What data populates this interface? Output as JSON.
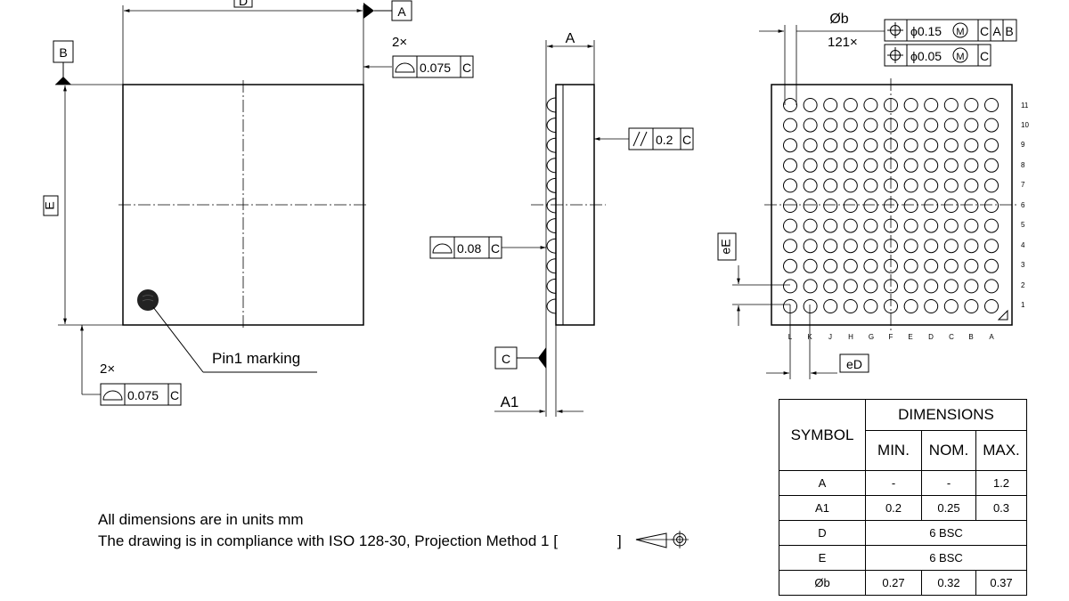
{
  "drawing": {
    "top_view": {
      "dim_d": "D",
      "dim_e": "E",
      "datum_a": "A",
      "datum_b": "B",
      "flatness_count_top": "2×",
      "flatness_value_top": "0.075",
      "flatness_datum_top": "C",
      "flatness_count_bottom": "2×",
      "flatness_value_bottom": "0.075",
      "flatness_datum_bottom": "C",
      "pin1_label": "Pin1 marking"
    },
    "side_view": {
      "dim_a": "A",
      "dim_a1": "A1",
      "datum_c": "C",
      "parallelism_value": "0.2",
      "parallelism_datum": "C",
      "profile_value": "0.08",
      "profile_datum": "C"
    },
    "bottom_view": {
      "ball_dia_label": "Øb",
      "ball_count": "121×",
      "pos_tol_1": "ϕ0.15",
      "pos_tol_1_mod": "M",
      "pos_tol_1_datums": [
        "C",
        "A",
        "B"
      ],
      "pos_tol_2": "ϕ0.05",
      "pos_tol_2_mod": "M",
      "pos_tol_2_datums": [
        "C"
      ],
      "pitch_e": "eE",
      "pitch_d": "eD",
      "rows": [
        "11",
        "10",
        "9",
        "8",
        "7",
        "6",
        "5",
        "4",
        "3",
        "2",
        "1"
      ],
      "cols": [
        "L",
        "K",
        "J",
        "H",
        "G",
        "F",
        "E",
        "D",
        "C",
        "B",
        "A"
      ]
    }
  },
  "notes": {
    "line1": "All dimensions are in units mm",
    "line2": "The drawing is in compliance with ISO 128-30, Projection Method 1 [",
    "line2_end": "]"
  },
  "table": {
    "symbol_header": "SYMBOL",
    "dimensions_header": "DIMENSIONS",
    "min_header": "MIN.",
    "nom_header": "NOM.",
    "max_header": "MAX.",
    "rows": [
      {
        "symbol": "A",
        "min": "-",
        "nom": "-",
        "max": "1.2"
      },
      {
        "symbol": "A1",
        "min": "0.2",
        "nom": "0.25",
        "max": "0.3"
      },
      {
        "symbol": "D",
        "span": "6 BSC"
      },
      {
        "symbol": "E",
        "span": "6 BSC"
      },
      {
        "symbol": "Øb",
        "min": "0.27",
        "nom": "0.32",
        "max": "0.37"
      }
    ]
  }
}
